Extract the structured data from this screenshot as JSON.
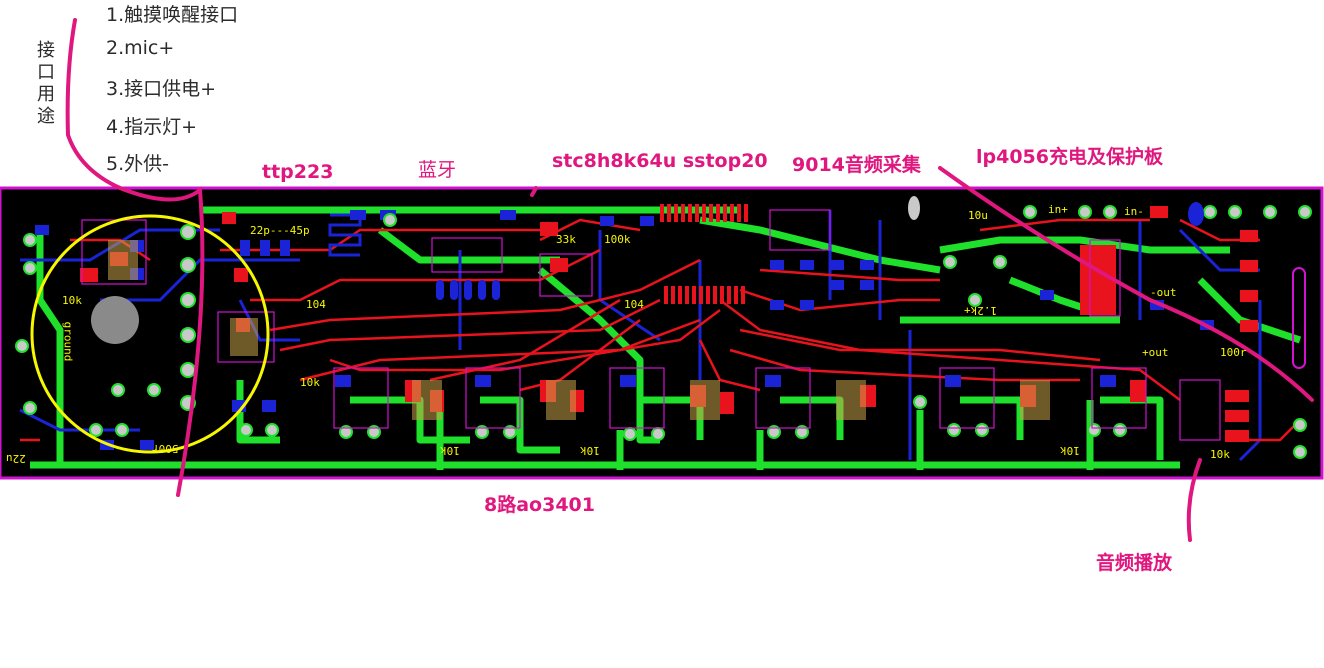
{
  "interface_list": {
    "title": "接口用途",
    "items": [
      "1.触摸唤醒接口",
      "2.mic+",
      "3.接口供电+",
      "4.指示灯+",
      "5.外供-"
    ]
  },
  "callouts": {
    "ttp": "ttp223",
    "bluetooth": "蓝牙",
    "mcu": "stc8h8k64u  sstop20",
    "audio_capture": "9014音频采集",
    "charger": "lp4056充电及保护板",
    "mosfet": "8路ao3401",
    "audio_play": "音频播放"
  },
  "silkscreen": {
    "cap_range": "22p---45p",
    "r33k": "33k",
    "r100k": "100k",
    "r104a": "104",
    "r104b": "104",
    "r10k_left": "10k",
    "ground": "ground",
    "r500r": "500r",
    "c22u": "22u",
    "r10u": "10u",
    "in_plus": "in+",
    "in_minus": "in-",
    "out_minus": "-out",
    "out_plus": "+out",
    "r100r": "100r",
    "r1k": "1.2k+",
    "r10k_b": "10k",
    "r10k_c": "10k",
    "r10k_d": "10k",
    "r10k_e": "10k",
    "r10k_f": "10k"
  },
  "colors": {
    "board": "#000000",
    "top_copper": "#e8131c",
    "bottom_copper": "#1a23d6",
    "wide_trace": "#1fe02a",
    "silkscreen": "#f7f700",
    "outline": "#d113d1",
    "annotation": "#e0177f",
    "pad": "#c9c9c9"
  }
}
